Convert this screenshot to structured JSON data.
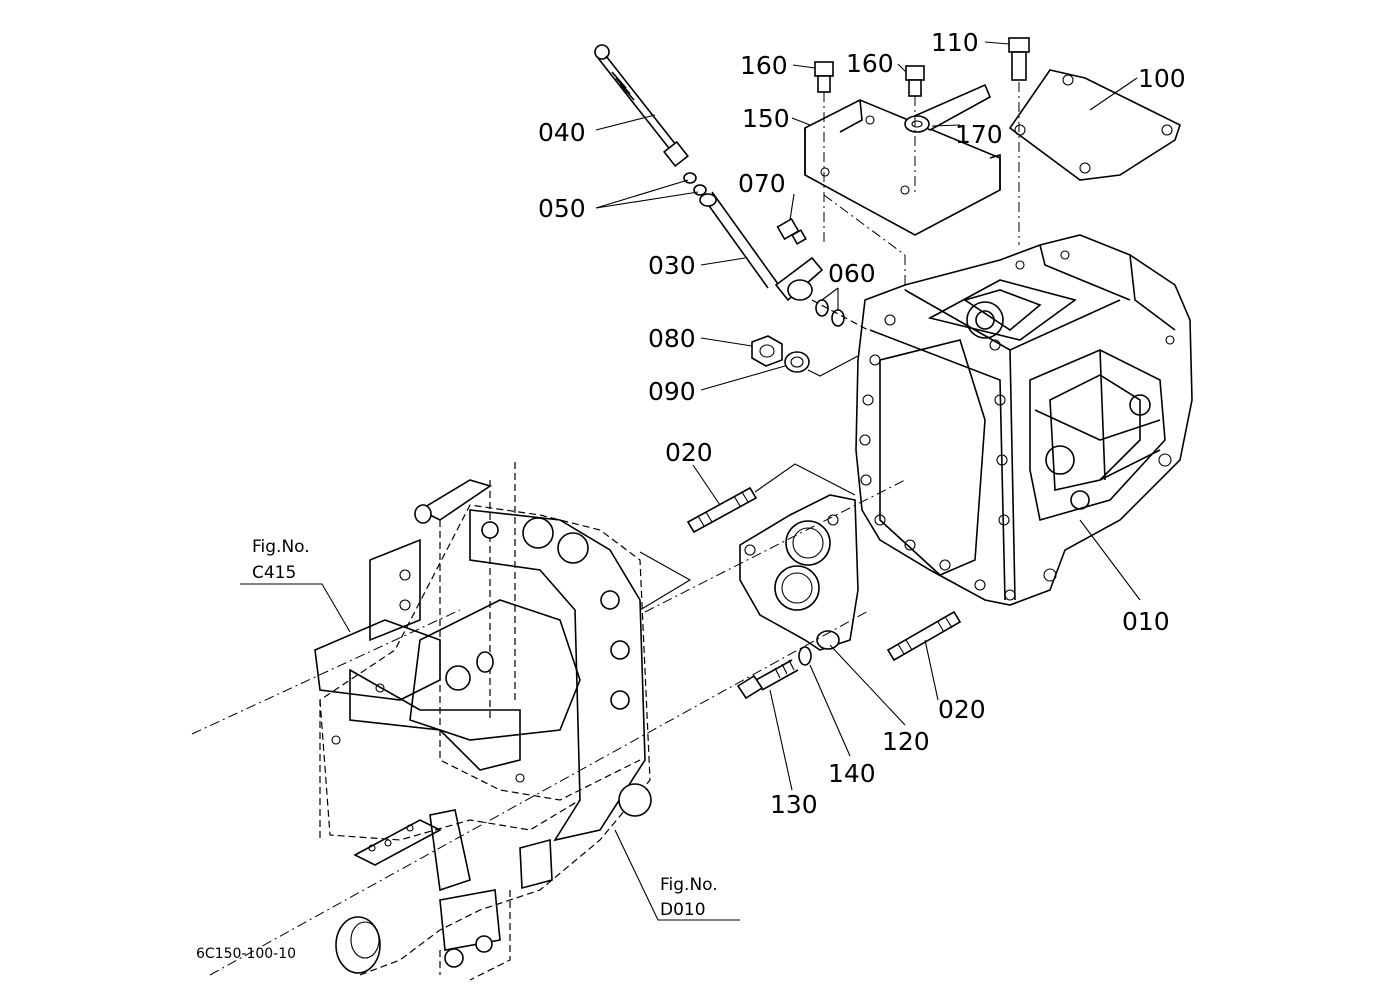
{
  "parts": {
    "p010": "010",
    "p020a": "020",
    "p020b": "020",
    "p030": "030",
    "p040": "040",
    "p050": "050",
    "p060": "060",
    "p070": "070",
    "p080": "080",
    "p090": "090",
    "p100": "100",
    "p110": "110",
    "p120": "120",
    "p130": "130",
    "p140": "140",
    "p150": "150",
    "p160a": "160",
    "p160b": "160",
    "p170": "170"
  },
  "references": {
    "fig_c415_label": "Fig.No.",
    "fig_c415_code": "C415",
    "fig_d010_label": "Fig.No.",
    "fig_d010_code": "D010"
  },
  "drawing_code": "6C150-100-10"
}
